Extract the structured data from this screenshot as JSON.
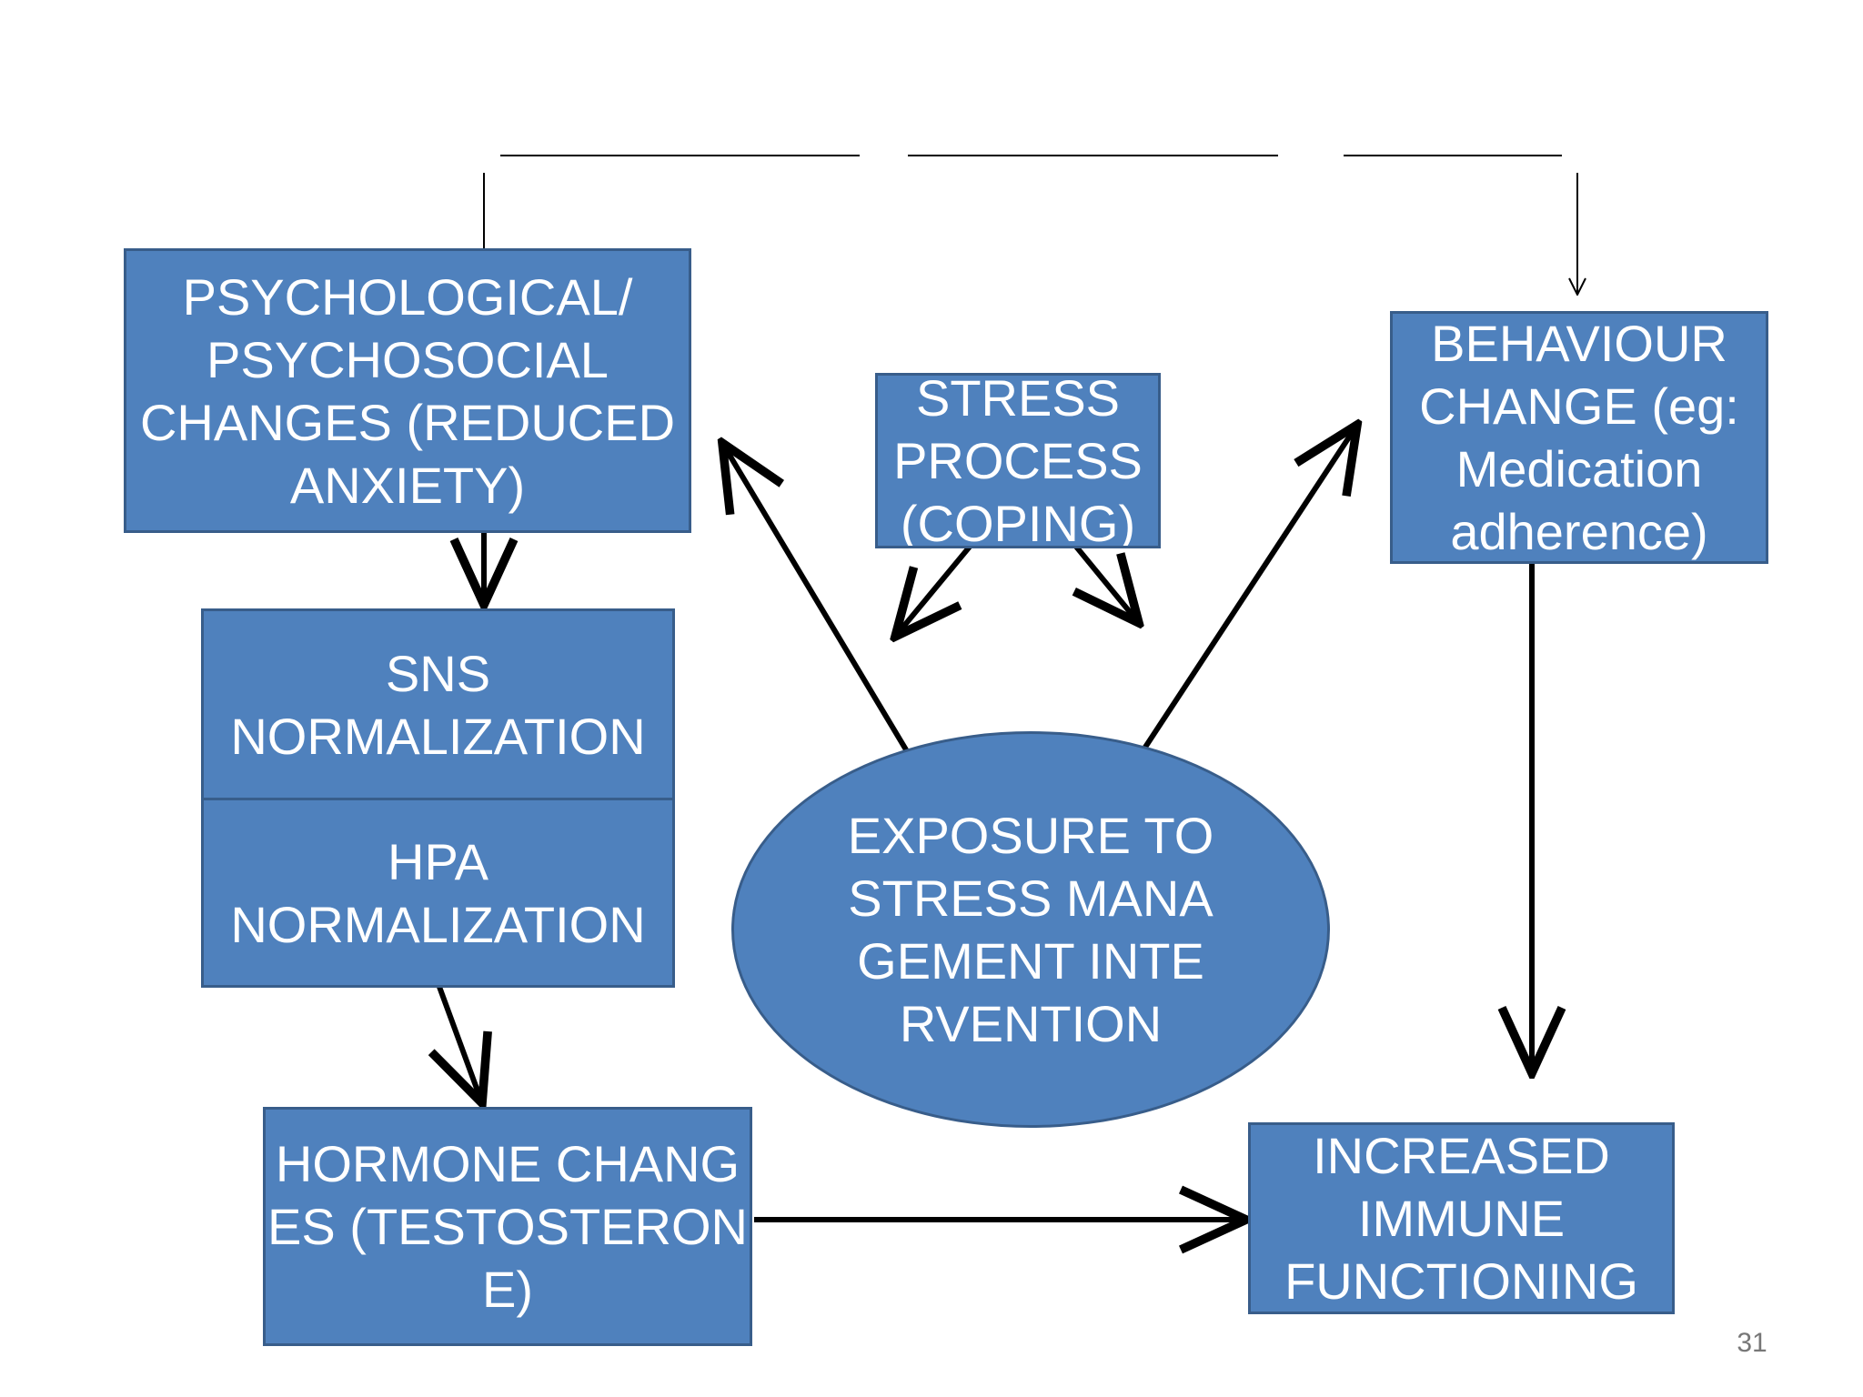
{
  "nodes": {
    "psychological": {
      "text": "PSYCHOLOGICAL/ PSYCHOSOCIAL CHANGES (REDUCED ANXIETY)"
    },
    "stress_process": {
      "text": "STRESS PROCESS (COPING)"
    },
    "behaviour": {
      "text": "BEHAVIOUR CHANGE (eg: Medication adherence)"
    },
    "sns": {
      "text": "SNS NORMALIZATION"
    },
    "hpa": {
      "text": "HPA NORMALIZATION"
    },
    "intervention": {
      "text": "EXPOSURE TO STRESS MANAGEMENT INTERVENTION"
    },
    "hormone": {
      "text": "HORMONE CHANGES (TESTOSTERONE)"
    },
    "immune": {
      "text": "INCREASED IMMUNE FUNCTIONING"
    }
  },
  "colors": {
    "box_fill": "#4f81bd",
    "box_border": "#385d8a",
    "text": "#ffffff",
    "arrow": "#000000"
  },
  "page_number": "31"
}
